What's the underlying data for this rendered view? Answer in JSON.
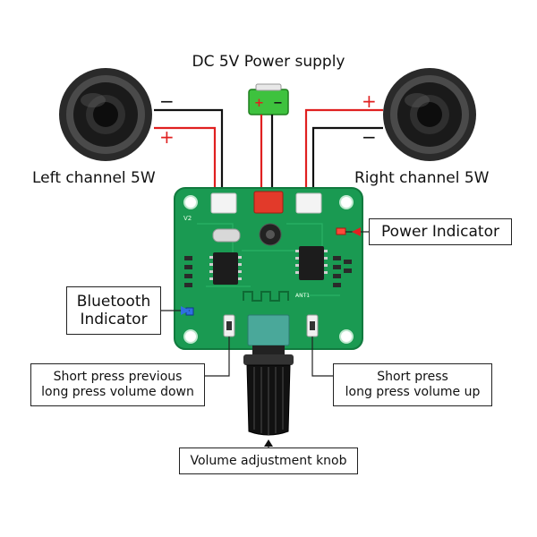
{
  "labels": {
    "power_supply": "DC 5V Power supply",
    "left_channel": "Left channel 5W",
    "right_channel": "Right channel 5W",
    "power_indicator": "Power Indicator",
    "bt_indicator_line1": "Bluetooth",
    "bt_indicator_line2": "Indicator",
    "left_button_line1": "Short press previous",
    "left_button_line2": "long press volume down",
    "right_button_line1": "Short press",
    "right_button_line2": "long press volume up",
    "knob": "Volume adjustment knob"
  },
  "polarity": {
    "plus": "+",
    "minus": "−"
  },
  "board": {
    "version": "V2",
    "antenna": "ANT1"
  },
  "colors": {
    "pcb": "#1a9a52",
    "pcb_dark": "#117a3e",
    "wire_red": "#e02020",
    "wire_black": "#111111",
    "battery": "#3ec23e"
  }
}
